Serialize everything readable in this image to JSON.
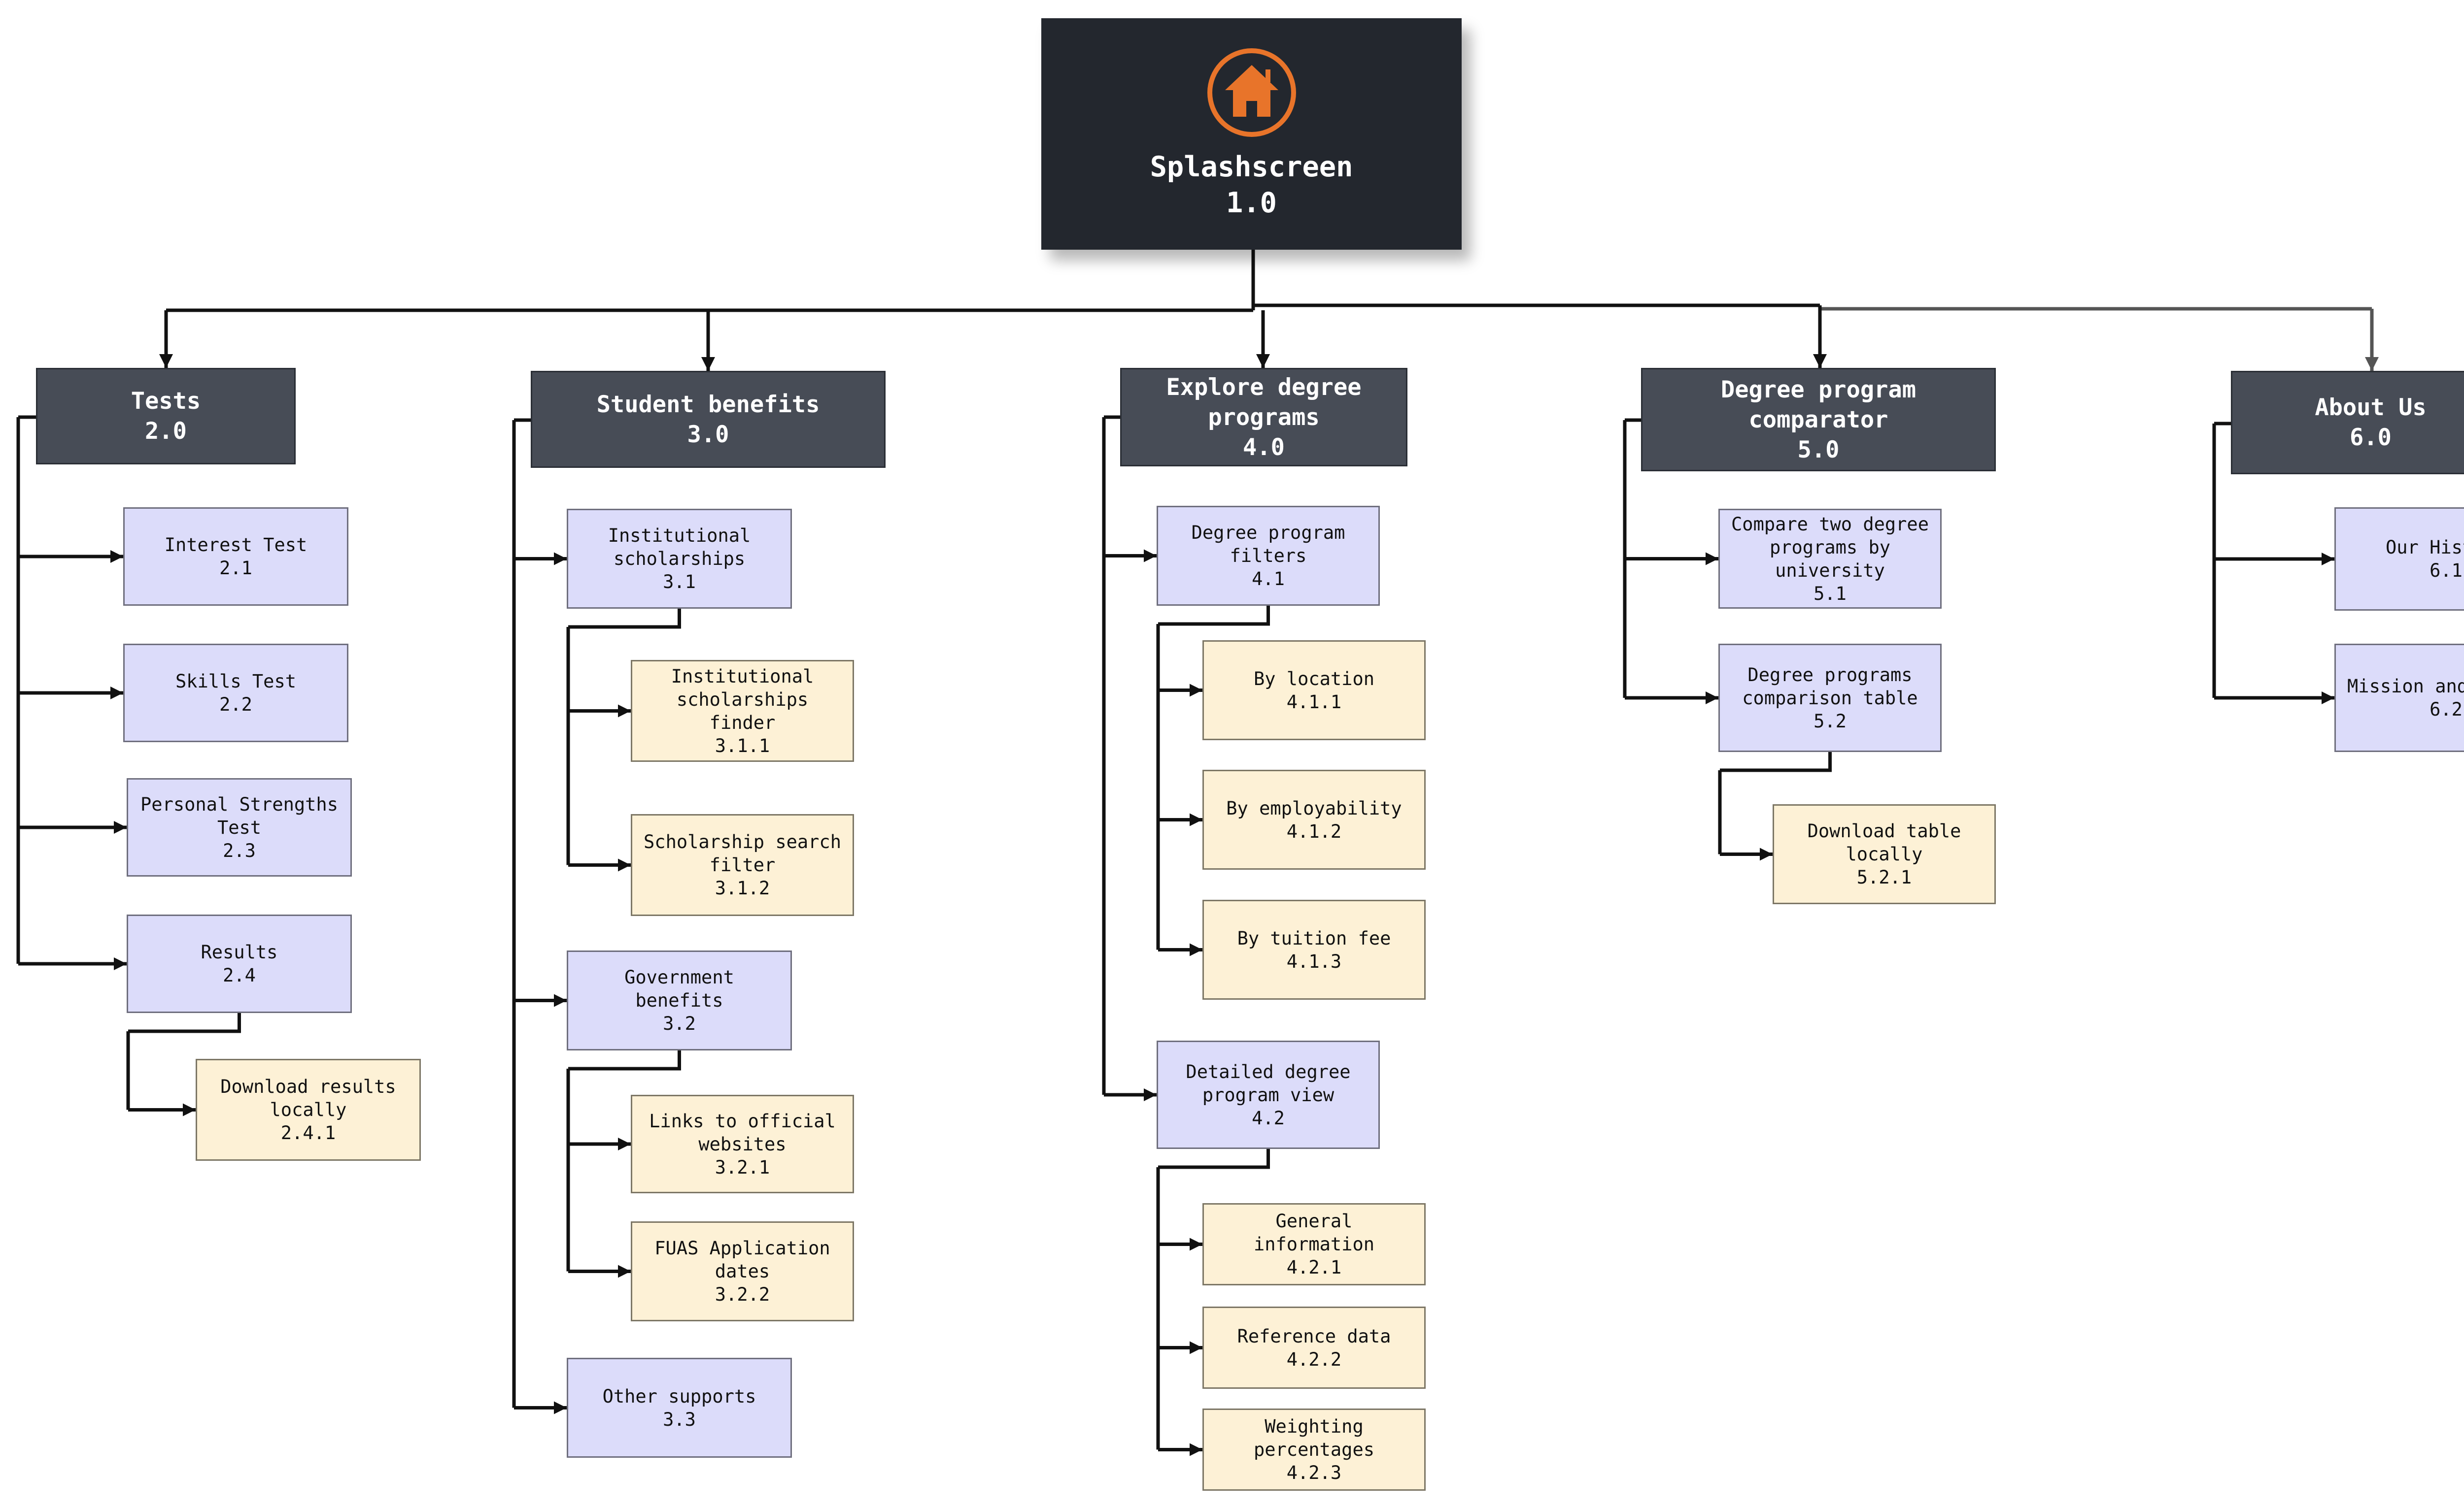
{
  "colors": {
    "root_bg": "#23272e",
    "section_bg": "#474c56",
    "leaf_bg": "#dcdcfa",
    "sub_bg": "#fdf1d6",
    "accent": "#e8742a",
    "connector": "#111111",
    "connector_grey": "#555555"
  },
  "root": {
    "icon": "home-icon",
    "label": "Splashscreen",
    "num": "1.0"
  },
  "sections": [
    {
      "id": "s2",
      "label": "Tests",
      "num": "2.0",
      "children": [
        {
          "id": "n21",
          "label": "Interest Test",
          "num": "2.1",
          "children": []
        },
        {
          "id": "n22",
          "label": "Skills Test",
          "num": "2.2",
          "children": []
        },
        {
          "id": "n23",
          "label": "Personal Strengths\nTest",
          "num": "2.3",
          "children": []
        },
        {
          "id": "n24",
          "label": "Results",
          "num": "2.4",
          "children": [
            {
              "id": "n241",
              "label": "Download results\nlocally",
              "num": "2.4.1"
            }
          ]
        }
      ]
    },
    {
      "id": "s3",
      "label": "Student benefits",
      "num": "3.0",
      "children": [
        {
          "id": "n31",
          "label": "Institutional\nscholarships",
          "num": "3.1",
          "children": [
            {
              "id": "n311",
              "label": "Institutional\nscholarships\nfinder",
              "num": "3.1.1"
            },
            {
              "id": "n312",
              "label": "Scholarship search\nfilter",
              "num": "3.1.2"
            }
          ]
        },
        {
          "id": "n32",
          "label": "Government\nbenefits",
          "num": "3.2",
          "children": [
            {
              "id": "n321",
              "label": "Links to official\nwebsites",
              "num": "3.2.1"
            },
            {
              "id": "n322",
              "label": "FUAS Application\ndates",
              "num": "3.2.2"
            }
          ]
        },
        {
          "id": "n33",
          "label": "Other supports",
          "num": "3.3",
          "children": []
        }
      ]
    },
    {
      "id": "s4",
      "label": "Explore degree\nprograms",
      "num": "4.0",
      "children": [
        {
          "id": "n41",
          "label": "Degree program\nfilters",
          "num": "4.1",
          "children": [
            {
              "id": "n411",
              "label": "By location",
              "num": "4.1.1"
            },
            {
              "id": "n412",
              "label": "By employability",
              "num": "4.1.2"
            },
            {
              "id": "n413",
              "label": "By tuition fee",
              "num": "4.1.3"
            }
          ]
        },
        {
          "id": "n42",
          "label": "Detailed degree\nprogram view",
          "num": "4.2",
          "children": [
            {
              "id": "n421",
              "label": "General\ninformation",
              "num": "4.2.1"
            },
            {
              "id": "n422",
              "label": "Reference data",
              "num": "4.2.2"
            },
            {
              "id": "n423",
              "label": "Weighting\npercentages",
              "num": "4.2.3"
            }
          ]
        }
      ]
    },
    {
      "id": "s5",
      "label": "Degree program\ncomparator",
      "num": "5.0",
      "children": [
        {
          "id": "n51",
          "label": "Compare two degree\nprograms by\nuniversity",
          "num": "5.1",
          "children": []
        },
        {
          "id": "n52",
          "label": "Degree programs\ncomparison table",
          "num": "5.2",
          "children": [
            {
              "id": "n521",
              "label": "Download table\nlocally",
              "num": "5.2.1"
            }
          ]
        }
      ]
    },
    {
      "id": "s6",
      "label": "About Us",
      "num": "6.0",
      "children": [
        {
          "id": "n61",
          "label": "Our History",
          "num": "6.1",
          "children": []
        },
        {
          "id": "n62",
          "label": "Mission and Values",
          "num": "6.2",
          "children": []
        }
      ]
    }
  ]
}
